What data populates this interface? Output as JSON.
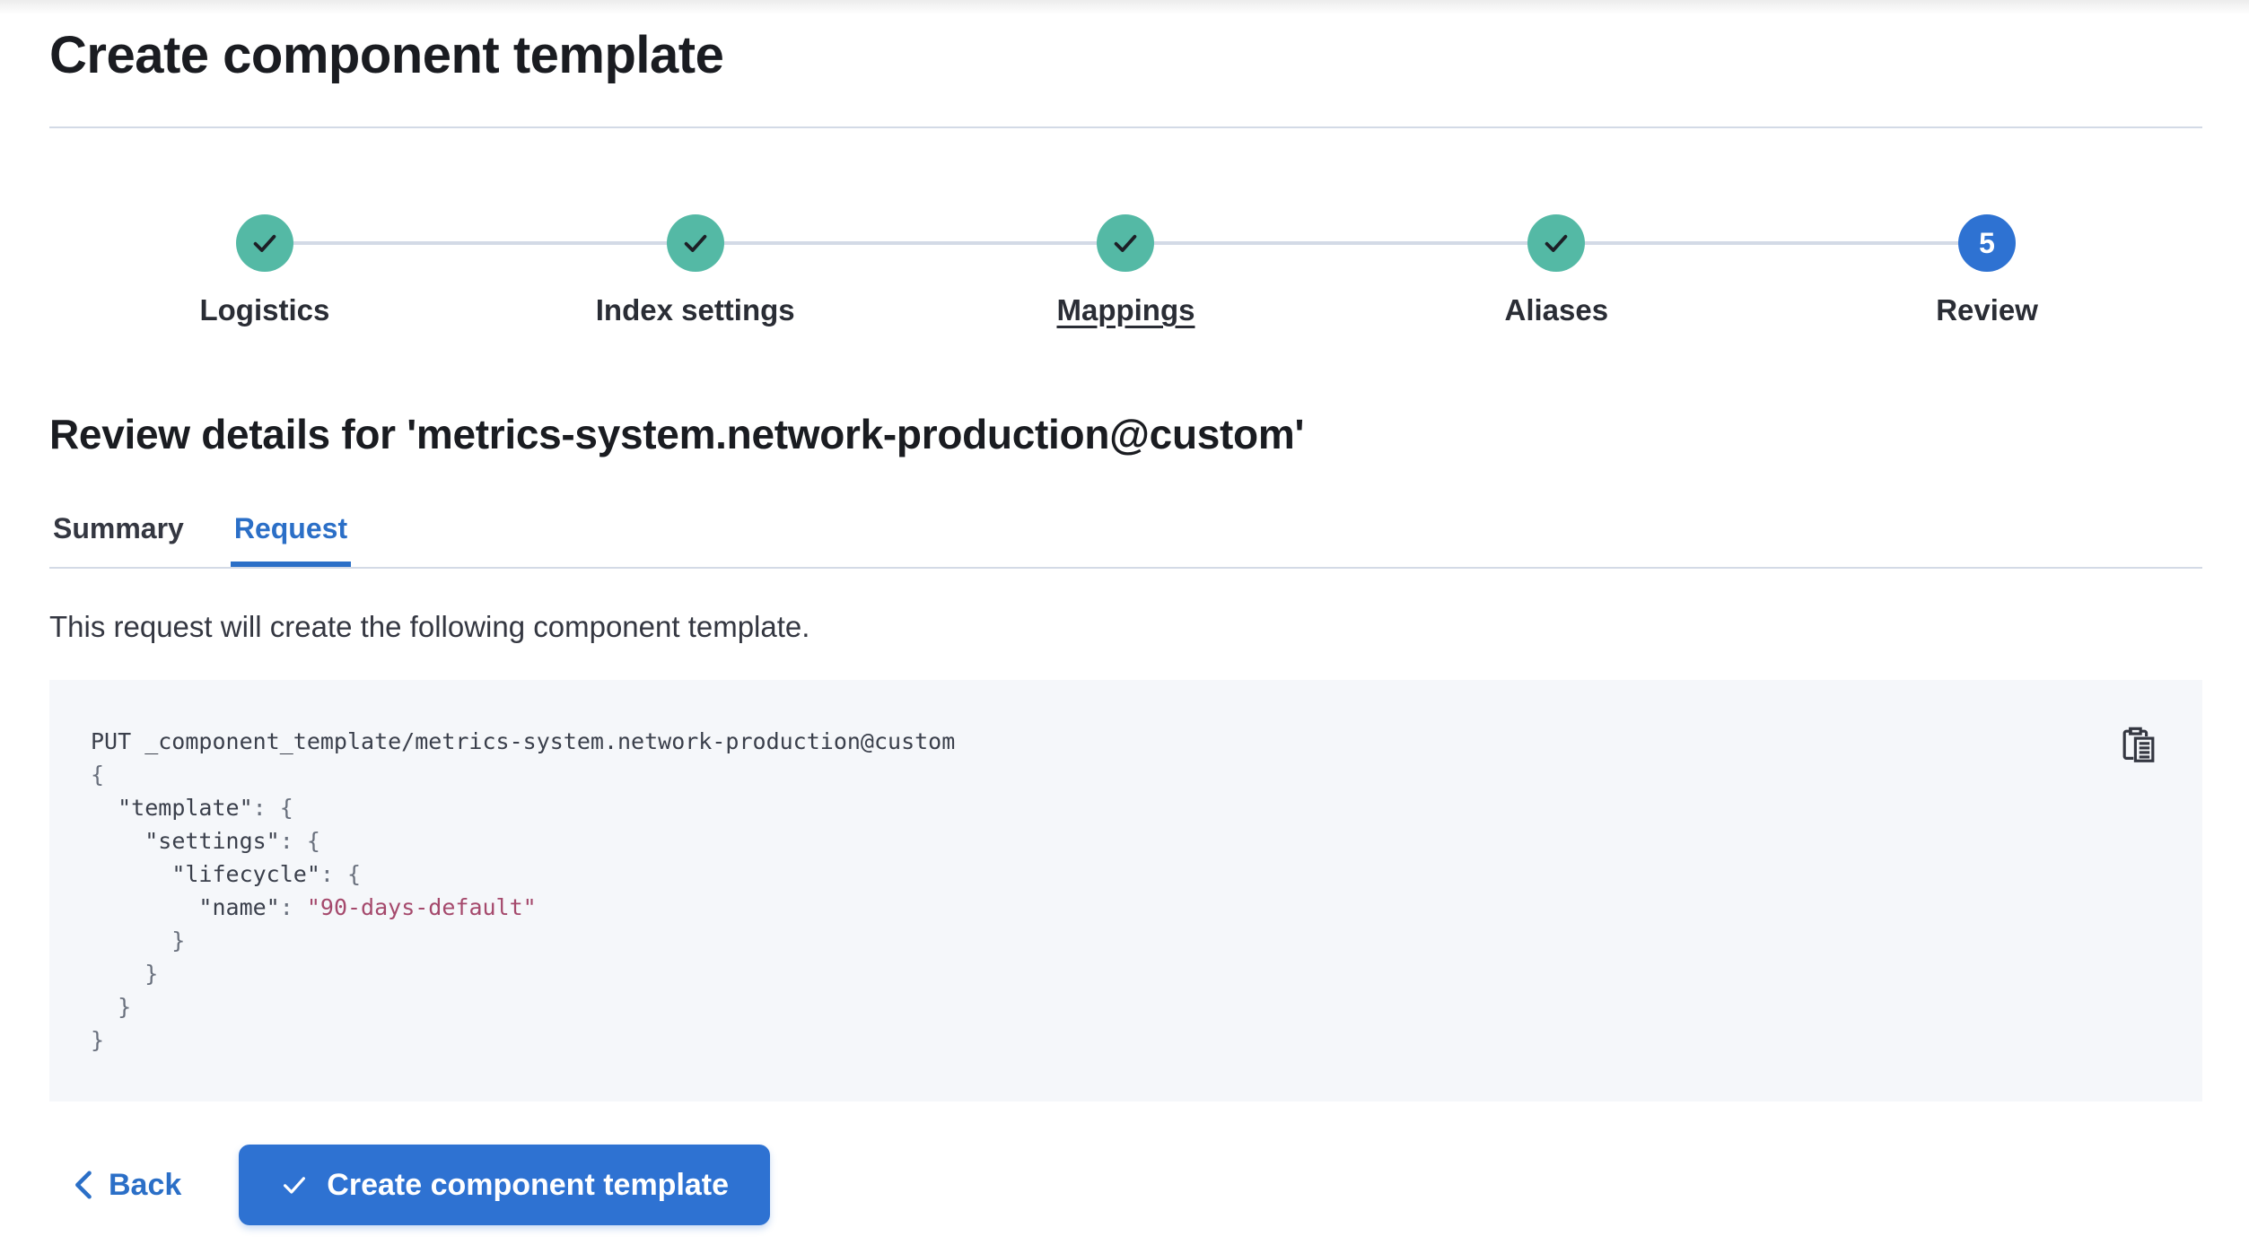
{
  "page": {
    "title": "Create component template"
  },
  "steps": {
    "items": [
      {
        "label": "Logistics",
        "status": "complete"
      },
      {
        "label": "Index settings",
        "status": "complete"
      },
      {
        "label": "Mappings",
        "status": "complete"
      },
      {
        "label": "Aliases",
        "status": "complete"
      },
      {
        "label": "Review",
        "status": "current",
        "number": "5"
      }
    ]
  },
  "review": {
    "heading": "Review details for 'metrics-system.network-production@custom'",
    "tabs": [
      {
        "label": "Summary",
        "active": false
      },
      {
        "label": "Request",
        "active": true
      }
    ],
    "description": "This request will create the following component template."
  },
  "request_preview": {
    "code_lines": [
      [
        {
          "c": "d",
          "t": "PUT _component_template/metrics-system.network-production@custom"
        }
      ],
      [
        {
          "c": "p",
          "t": "{"
        }
      ],
      [
        {
          "c": "p",
          "t": "  "
        },
        {
          "c": "d",
          "t": "\"template\""
        },
        {
          "c": "p",
          "t": ": {"
        }
      ],
      [
        {
          "c": "p",
          "t": "    "
        },
        {
          "c": "d",
          "t": "\"settings\""
        },
        {
          "c": "p",
          "t": ": {"
        }
      ],
      [
        {
          "c": "p",
          "t": "      "
        },
        {
          "c": "d",
          "t": "\"lifecycle\""
        },
        {
          "c": "p",
          "t": ": {"
        }
      ],
      [
        {
          "c": "p",
          "t": "        "
        },
        {
          "c": "d",
          "t": "\"name\""
        },
        {
          "c": "p",
          "t": ": "
        },
        {
          "c": "s",
          "t": "\"90-days-default\""
        }
      ],
      [
        {
          "c": "p",
          "t": "      }"
        }
      ],
      [
        {
          "c": "p",
          "t": "    }"
        }
      ],
      [
        {
          "c": "p",
          "t": "  }"
        }
      ],
      [
        {
          "c": "p",
          "t": "}"
        }
      ]
    ]
  },
  "footer": {
    "back_label": "Back",
    "submit_label": "Create component template"
  },
  "colors": {
    "step_complete": "#54b9a5",
    "step_current": "#2e72d2",
    "accent_blue": "#2b6fc7",
    "divider": "#d3dae6",
    "code_background": "#f5f7fa",
    "code_string": "#a5496c"
  }
}
